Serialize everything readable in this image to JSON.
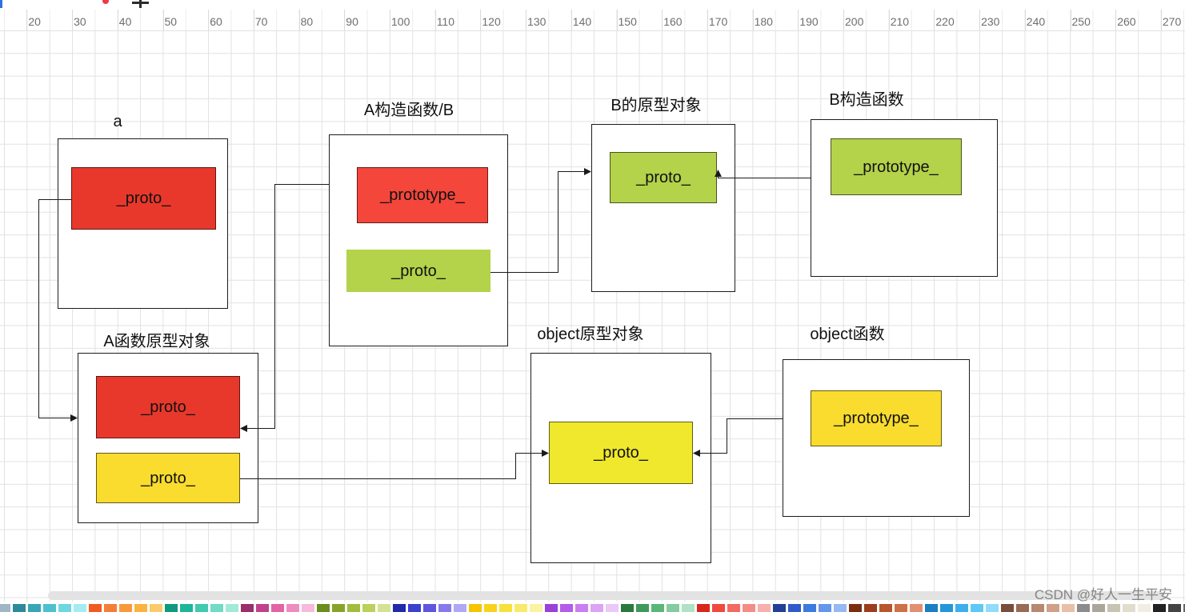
{
  "ruler": {
    "labels": [
      "20",
      "30",
      "40",
      "50",
      "60",
      "70",
      "80",
      "90",
      "100",
      "110",
      "120",
      "130",
      "140",
      "150",
      "160",
      "170",
      "180",
      "190",
      "200",
      "210",
      "220",
      "230",
      "240",
      "250",
      "260",
      "270"
    ]
  },
  "diagram": {
    "obj_a": {
      "title": "a",
      "proto": "_proto_"
    },
    "ctor_a": {
      "title": "A构造函数/B",
      "prototype": "_prototype_",
      "proto": "_proto_"
    },
    "proto_b": {
      "title": "B的原型对象",
      "proto": "_proto_"
    },
    "ctor_b": {
      "title": "B构造函数",
      "prototype": "_prototype_"
    },
    "proto_a": {
      "title": "A函数原型对象",
      "proto_first": "_proto_",
      "proto_second": "_proto_"
    },
    "proto_object": {
      "title": "object原型对象",
      "proto": "_proto_"
    },
    "ctor_object": {
      "title": "object函数",
      "prototype": "_prototype_"
    }
  },
  "icons": {
    "toolbar_add": "plus-icon",
    "toolbar_dot": "red-dot-icon"
  },
  "colors": {
    "red": "#e8382c",
    "coral": "#f4463b",
    "green": "#b4d24a",
    "yellow": "#f9dc2e",
    "lemon": "#efe82c",
    "connector": "#1a1a1a",
    "toolbar_accent": "#2f6fe0",
    "toolbar_dot": "#f0384a"
  },
  "palette": [
    "#9fb7c2",
    "#2d8a9a",
    "#38a6b6",
    "#4cc2d0",
    "#70d6e4",
    "#a6eaf2",
    "#f25a22",
    "#f57d3a",
    "#f8993e",
    "#fbb33f",
    "#fcca6c",
    "#0f9a80",
    "#1eb69a",
    "#40cab0",
    "#70dbc6",
    "#a3e9d8",
    "#9b2f6a",
    "#c2428a",
    "#e264a6",
    "#f08bc2",
    "#f6badb",
    "#6a8d1e",
    "#87a42a",
    "#a2bd3c",
    "#bcd15c",
    "#d4e392",
    "#1f2ba8",
    "#3a41cf",
    "#5f56e0",
    "#8879ec",
    "#b0a8f4",
    "#f6c400",
    "#f8d31c",
    "#f8e13c",
    "#f8eb6a",
    "#faf3a4",
    "#9a42d8",
    "#b55ce8",
    "#cb7ef0",
    "#dca4f4",
    "#eac8f8",
    "#2a7a3e",
    "#3e9a58",
    "#5cb67a",
    "#84cca0",
    "#b0e2c4",
    "#d8281e",
    "#f04a3e",
    "#f46a62",
    "#f68c86",
    "#f8b0ac",
    "#233f96",
    "#2e5cc8",
    "#3e7ae0",
    "#6496ec",
    "#98b8f4",
    "#7a2e10",
    "#9a3e1e",
    "#b8562e",
    "#d07048",
    "#e49070",
    "#1a7ec0",
    "#2696dc",
    "#3cb0ee",
    "#60c8f6",
    "#90dcfa",
    "#7a4e3c",
    "#9a6a54",
    "#b88870",
    "#d0a088",
    "#e8c0a8",
    "#8c8c8c",
    "#aaa69a",
    "#c8c3b3",
    "#e2dccc",
    "#f2ede0",
    "#222222",
    "#444444",
    "#666666"
  ],
  "watermark": "CSDN @好人一生平安"
}
